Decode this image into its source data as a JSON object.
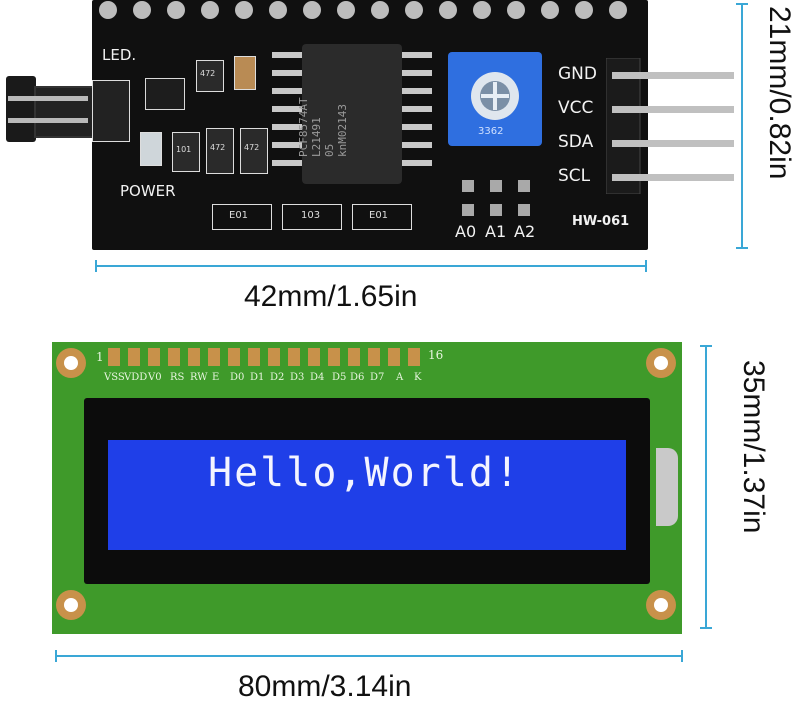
{
  "i2c_board": {
    "led_label": "LED.",
    "power_label": "POWER",
    "pins": [
      "GND",
      "VCC",
      "SDA",
      "SCL"
    ],
    "address_labels": [
      "A0",
      "A1",
      "A2"
    ],
    "model": "HW-061",
    "chip_lines": [
      "PCF8574AT",
      "L21491",
      "05",
      "knM02143"
    ],
    "pot_code": "3362",
    "resistors": [
      "472",
      "101",
      "472",
      "472"
    ],
    "smd_pads": [
      "E01",
      "103",
      "E01"
    ]
  },
  "lcd_board": {
    "pin_start": "1",
    "pin_end": "16",
    "pin_labels": [
      "VSS",
      "VDD",
      "V0",
      "RS",
      "RW",
      "E",
      "D0",
      "D1",
      "D2",
      "D3",
      "D4",
      "D5",
      "D6",
      "D7",
      "A",
      "K"
    ],
    "display_text": "Hello,World!"
  },
  "dimensions": {
    "top_width": "42mm/1.65in",
    "top_height": "21mm/0.82in",
    "bottom_width": "80mm/3.14in",
    "bottom_height": "35mm/1.37in"
  },
  "colors": {
    "dimension_line": "#3aa7d6",
    "pcb_black": "#101010",
    "pcb_green": "#3f9a2a",
    "lcd_blue": "#1f3fe8",
    "pot_blue": "#2f6fe0"
  }
}
